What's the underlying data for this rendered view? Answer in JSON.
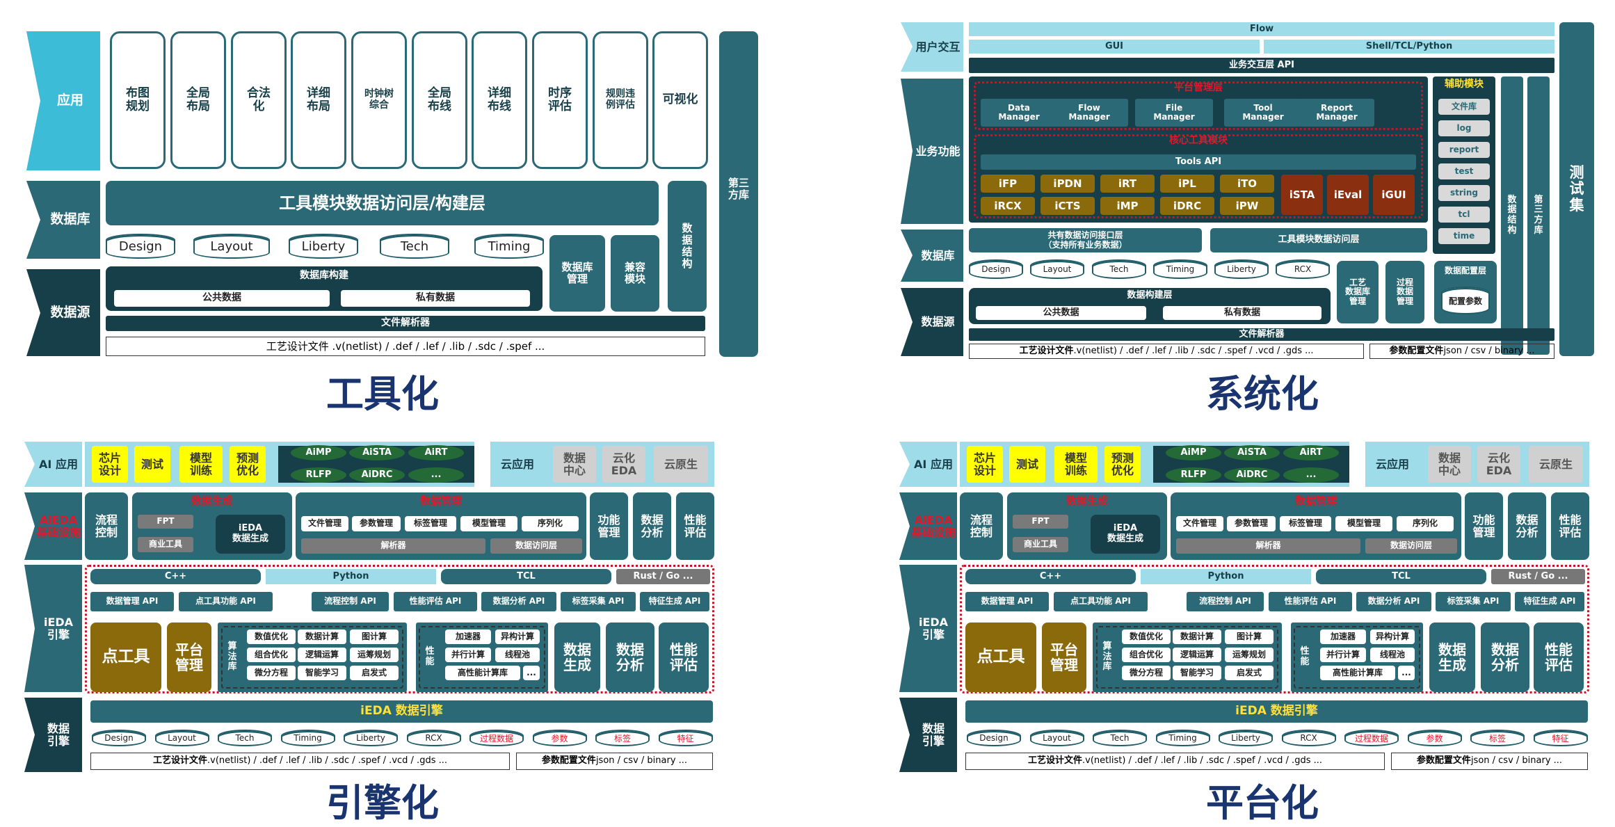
{
  "titles": [
    "工具化",
    "系统化",
    "引擎化",
    "平台化"
  ],
  "q1": {
    "side": [
      "应用",
      "数据库",
      "数据源"
    ],
    "apps": [
      "布图\n规划",
      "全局\n布局",
      "合法\n化",
      "详细\n布局",
      "时钟树\n综合",
      "全局\n布线",
      "详细\n布线",
      "时序\n评估",
      "规则违\n例评估",
      "可视化"
    ],
    "layer": "工具模块数据访问层/构建层",
    "dbs": [
      "Design",
      "Layout",
      "Liberty",
      "Tech",
      "Timing"
    ],
    "build": "数据库构建",
    "pub": "公共数据",
    "priv": "私有数据",
    "dbm": "数据库\n管理",
    "compat": "兼容\n模块",
    "ds": "数\n据\n结\n构",
    "third": "第三\n方库",
    "parser": "文件解析器",
    "files": "工艺设计文件 .v(netlist) / .def / .lef / .lib / .sdc / .spef ..."
  },
  "q2": {
    "side": [
      "用户交互",
      "业务功能",
      "数据库",
      "数据源"
    ],
    "flow": "Flow",
    "gui": "GUI",
    "shell": "Shell/TCL/Python",
    "api": "业务交互层 API",
    "plat": "平台管理层",
    "mgr": [
      "Data\nManager",
      "Flow\nManager",
      "File\nManager",
      "Tool\nManager",
      "Report\nManager"
    ],
    "core": "核心工具模块",
    "tapi": "Tools API",
    "tools1": [
      "iFP",
      "iPDN",
      "iRT",
      "iPL",
      "iTO"
    ],
    "tools2": [
      "iRCX",
      "iCTS",
      "iMP",
      "iDRC",
      "iPW"
    ],
    "tools3": [
      "iSTA",
      "iEval",
      "iGUI"
    ],
    "aux": "辅助模块",
    "auxi": [
      "文件库",
      "log",
      "report",
      "test",
      "string",
      "tcl",
      "time"
    ],
    "ds": "数\n据\n结\n构",
    "third": "第\n三\n方\n库",
    "test": "测\n试\n集",
    "share": "共有数据访问接口层\n（支持所有业务数据）",
    "tmod": "工具模块数据访问层",
    "dbs": [
      "Design",
      "Layout",
      "Tech",
      "Timing",
      "Liberty",
      "RCX"
    ],
    "tdbm": "工艺\n数据库\n管理",
    "proc": "过程\n数据\n管理",
    "cfgl": "数据配置层",
    "cfgp": "配置参数",
    "build": "数据构建层",
    "pub": "公共数据",
    "priv": "私有数据",
    "parser": "文件解析器",
    "f1b": "工艺设计文件",
    "f1": " .v(netlist) / .def / .lef / .lib / .sdc / .spef / .vcd / .gds ...",
    "f2b": "参数配置文件",
    "f2": " json / csv / binary ..."
  },
  "eng": {
    "side": [
      "AI 应用",
      "AiEDA\n基础设施",
      "iEDA\n引擎",
      "数据\n引擎"
    ],
    "ai": [
      "芯片\n设计",
      "测试",
      "模型\n训练",
      "预测\n优化"
    ],
    "pills": [
      "AiMP",
      "AiSTA",
      "AiRT",
      "RLFP",
      "AiDRC",
      "..."
    ],
    "cloud": "云应用",
    "clouds": [
      "数据\n中心",
      "云化\nEDA",
      "云原生"
    ],
    "flow": "流程\n控制",
    "dgen": "数据生成",
    "fpt": "FPT",
    "com": "商业工具",
    "iedagen": "iEDA\n数据生成",
    "dmgr": "数据管理",
    "dm": [
      "文件管理",
      "参数管理",
      "标签管理",
      "模型管理",
      "序列化"
    ],
    "parse": "解析器",
    "dal": "数据访问层",
    "right": [
      "功能\n管理",
      "数据\n分析",
      "性能\n评估"
    ],
    "langs": [
      "C++",
      "Python",
      "TCL",
      "Rust / Go ..."
    ],
    "apis": [
      "数据管理 API",
      "点工具功能 API",
      "流程控制 API",
      "性能评估 API",
      "数据分析 API",
      "标签采集 API",
      "特征生成 API"
    ],
    "pt": "点工具",
    "pm": "平台\n管理",
    "alg": "算\n法\n库",
    "algs": [
      "数值优化",
      "数据计算",
      "图计算",
      "组合优化",
      "逻辑运算",
      "运筹规划",
      "微分方程",
      "智能学习",
      "启发式"
    ],
    "perf": "性\n能",
    "perfs": [
      "加速器",
      "异构计算",
      "并行计算",
      "线程池",
      "高性能计算库",
      "..."
    ],
    "big": [
      "数据\n生成",
      "数据\n分析",
      "性能\n评估"
    ],
    "de": "iEDA 数据引擎",
    "cyl": [
      "Design",
      "Layout",
      "Tech",
      "Timing",
      "Liberty",
      "RCX",
      "过程数据",
      "参数",
      "标签",
      "特征"
    ],
    "f1b": "工艺设计文件",
    "f1": " .v(netlist) / .def / .lef / .lib / .sdc / .spef / .vcd / .gds ...",
    "f2b": "参数配置文件",
    "f2": " json / csv / binary ..."
  },
  "colors": {
    "dark": "#2a6975",
    "deep": "#173f49",
    "light": "#9fdcea",
    "red": "#e0182a",
    "title": "#1a3470"
  }
}
